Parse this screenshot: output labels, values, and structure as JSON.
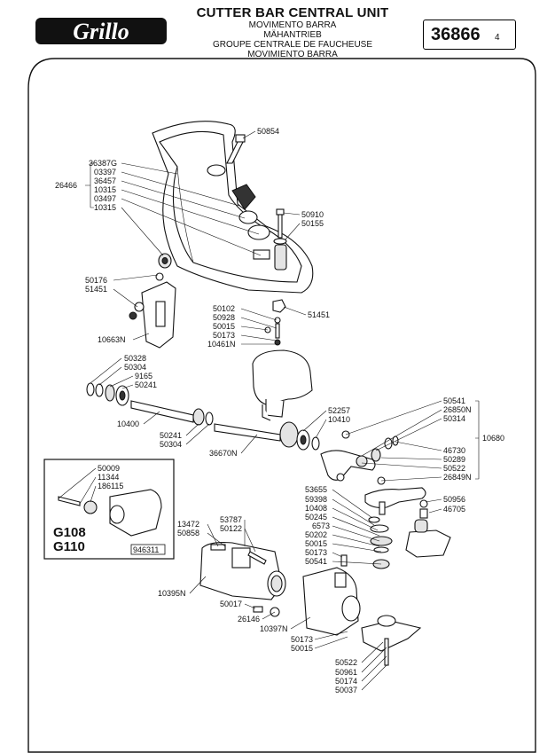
{
  "header": {
    "brand": "Grillo",
    "title": "CUTTER BAR CENTRAL UNIT",
    "subtitles": [
      "MOVIMENTO BARRA",
      "MÄHANTRIEB",
      "GROUPE CENTRALE DE FAUCHEUSE",
      "MOVIMIENTO BARRA"
    ],
    "code": "36866",
    "page": "4"
  },
  "inset": {
    "models": [
      "G108",
      "G110"
    ],
    "parts": [
      "50009",
      "11344",
      "186115"
    ],
    "ref": "946311"
  },
  "labels": {
    "p50854": "50854",
    "p36387G": "36387G",
    "p03397": "03397",
    "p36457": "36457",
    "p10315a": "10315",
    "p03497": "03497",
    "p10315b": "10315",
    "p26466": "26466",
    "p50910": "50910",
    "p50155": "50155",
    "p50176": "50176",
    "p51451a": "51451",
    "p10663N": "10663N",
    "p51451b": "51451",
    "p50102": "50102",
    "p50928": "50928",
    "p50015a": "50015",
    "p50173a": "50173",
    "p10461N": "10461N",
    "p50328": "50328",
    "p50304a": "50304",
    "p9165": "9165",
    "p50241a": "50241",
    "p10400": "10400",
    "p50241b": "50241",
    "p50304b": "50304",
    "p36670N": "36670N",
    "p52257": "52257",
    "p10410": "10410",
    "p50541a": "50541",
    "p26850N": "26850N",
    "p50314": "50314",
    "p10680": "10680",
    "p46730": "46730",
    "p50289": "50289",
    "p50522a": "50522",
    "p26849N": "26849N",
    "p53655": "53655",
    "p59398": "59398",
    "p10408": "10408",
    "p50245": "50245",
    "p6573": "6573",
    "p50202": "50202",
    "p50015b": "50015",
    "p50173b": "50173",
    "p50541b": "50541",
    "p50956": "50956",
    "p46705": "46705",
    "p13472": "13472",
    "p50858": "50858",
    "p53787": "53787",
    "p50122": "50122",
    "p10395N": "10395N",
    "p50017": "50017",
    "p26146": "26146",
    "p10397N": "10397N",
    "p50173c": "50173",
    "p50015c": "50015",
    "p50522b": "50522",
    "p50961": "50961",
    "p50174": "50174",
    "p50037": "50037"
  }
}
